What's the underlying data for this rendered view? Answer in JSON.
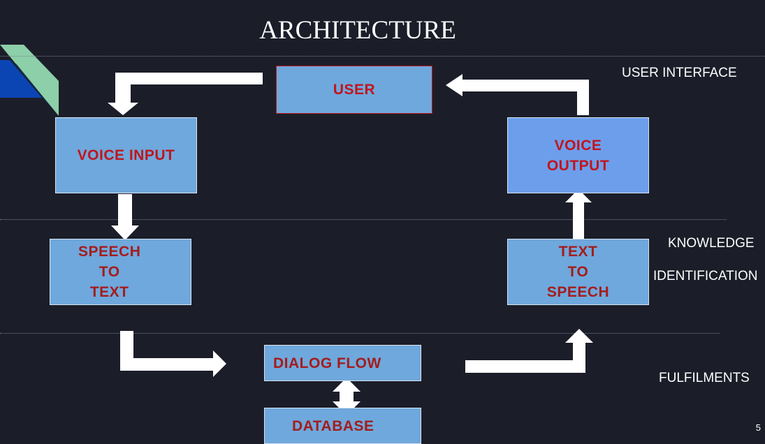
{
  "slide": {
    "title": "ARCHITECTURE",
    "page_number": "5"
  },
  "boxes": {
    "user": "USER",
    "voice_input": "VOICE INPUT",
    "speech_to_text": "SPEECH\nTO\nTEXT",
    "dialog_flow": "DIALOG FLOW",
    "database": "DATABASE",
    "text_to_speech": "TEXT\nTO\nSPEECH",
    "voice_output": "VOICE\nOUTPUT"
  },
  "layers": {
    "user_interface": "USER INTERFACE",
    "knowledge": "KNOWLEDGE",
    "identification": "IDENTIFICATION",
    "fulfilments": "FULFILMENTS"
  },
  "colors": {
    "background": "#1b1e29",
    "box_fill": "#6fa8dc",
    "box_text": "#c0151d",
    "arrow": "#ffffff",
    "logo_green": "#8ccfa8",
    "logo_blue": "#0b45b4"
  }
}
